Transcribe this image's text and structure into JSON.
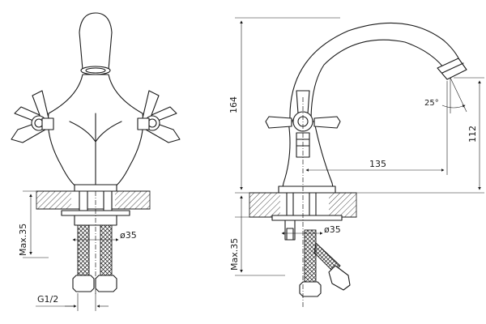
{
  "front_view": {
    "max_label": "Max.35",
    "diameter_label": "ø35",
    "thread_label": "G1/2"
  },
  "side_view": {
    "height_label": "164",
    "spout_height_label": "112",
    "reach_label": "135",
    "angle_label": "25°",
    "max_label": "Max.35",
    "diameter_label": "ø35"
  }
}
